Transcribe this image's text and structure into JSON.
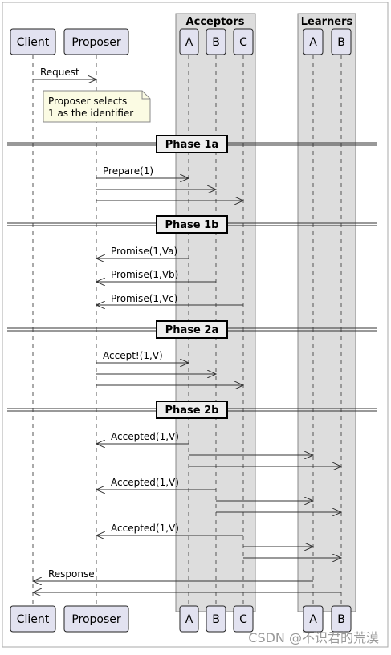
{
  "participants": {
    "client": "Client",
    "proposer": "Proposer",
    "acc_a": "A",
    "acc_b": "B",
    "acc_c": "C",
    "lrn_a": "A",
    "lrn_b": "B"
  },
  "groups": {
    "acceptors": "Acceptors",
    "learners": "Learners"
  },
  "note": {
    "line1": "Proposer selects",
    "line2": "1 as the identifier"
  },
  "dividers": {
    "p1a": "Phase 1a",
    "p1b": "Phase 1b",
    "p2a": "Phase 2a",
    "p2b": "Phase 2b"
  },
  "messages": {
    "request": "Request",
    "prepare": "Prepare(1)",
    "promise_a": "Promise(1,Va)",
    "promise_b": "Promise(1,Vb)",
    "promise_c": "Promise(1,Vc)",
    "accept": "Accept!(1,V)",
    "accepted_a": "Accepted(1,V)",
    "accepted_b": "Accepted(1,V)",
    "accepted_c": "Accepted(1,V)",
    "response": "Response"
  },
  "watermark": "CSDN @不识君的荒漠",
  "colors": {
    "participant_fill": "#e2e2f0",
    "group_fill": "#dddddd",
    "note_fill": "#fbfbe3"
  }
}
